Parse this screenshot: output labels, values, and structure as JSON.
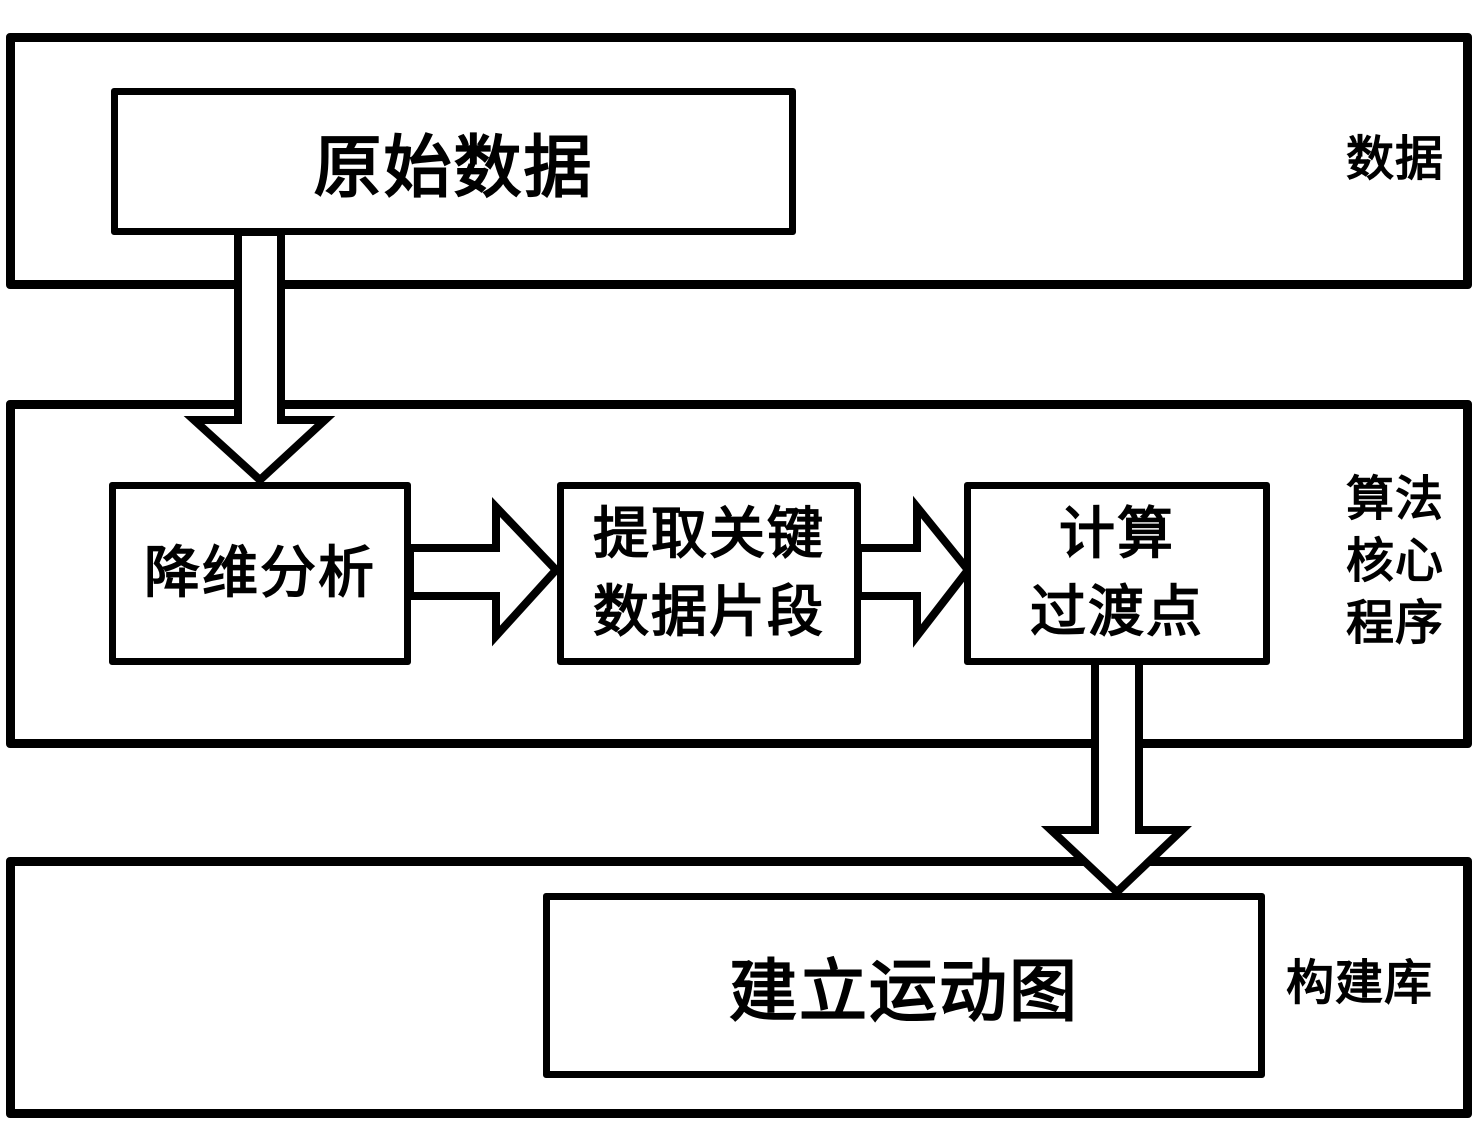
{
  "layers": {
    "data": {
      "label": "数据"
    },
    "algorithm": {
      "label_lines": [
        "算法",
        "核心",
        "程序"
      ]
    },
    "library": {
      "label": "构建库"
    }
  },
  "nodes": {
    "raw_data": "原始数据",
    "dim_reduction": "降维分析",
    "extract_segments": {
      "line1": "提取关键",
      "line2": "数据片段"
    },
    "transition_points": {
      "line1": "计算",
      "line2": "过渡点"
    },
    "motion_graph": "建立运动图"
  },
  "edges": [
    {
      "from": "raw_data",
      "to": "dim_reduction"
    },
    {
      "from": "dim_reduction",
      "to": "extract_segments"
    },
    {
      "from": "extract_segments",
      "to": "transition_points"
    },
    {
      "from": "transition_points",
      "to": "motion_graph"
    }
  ]
}
